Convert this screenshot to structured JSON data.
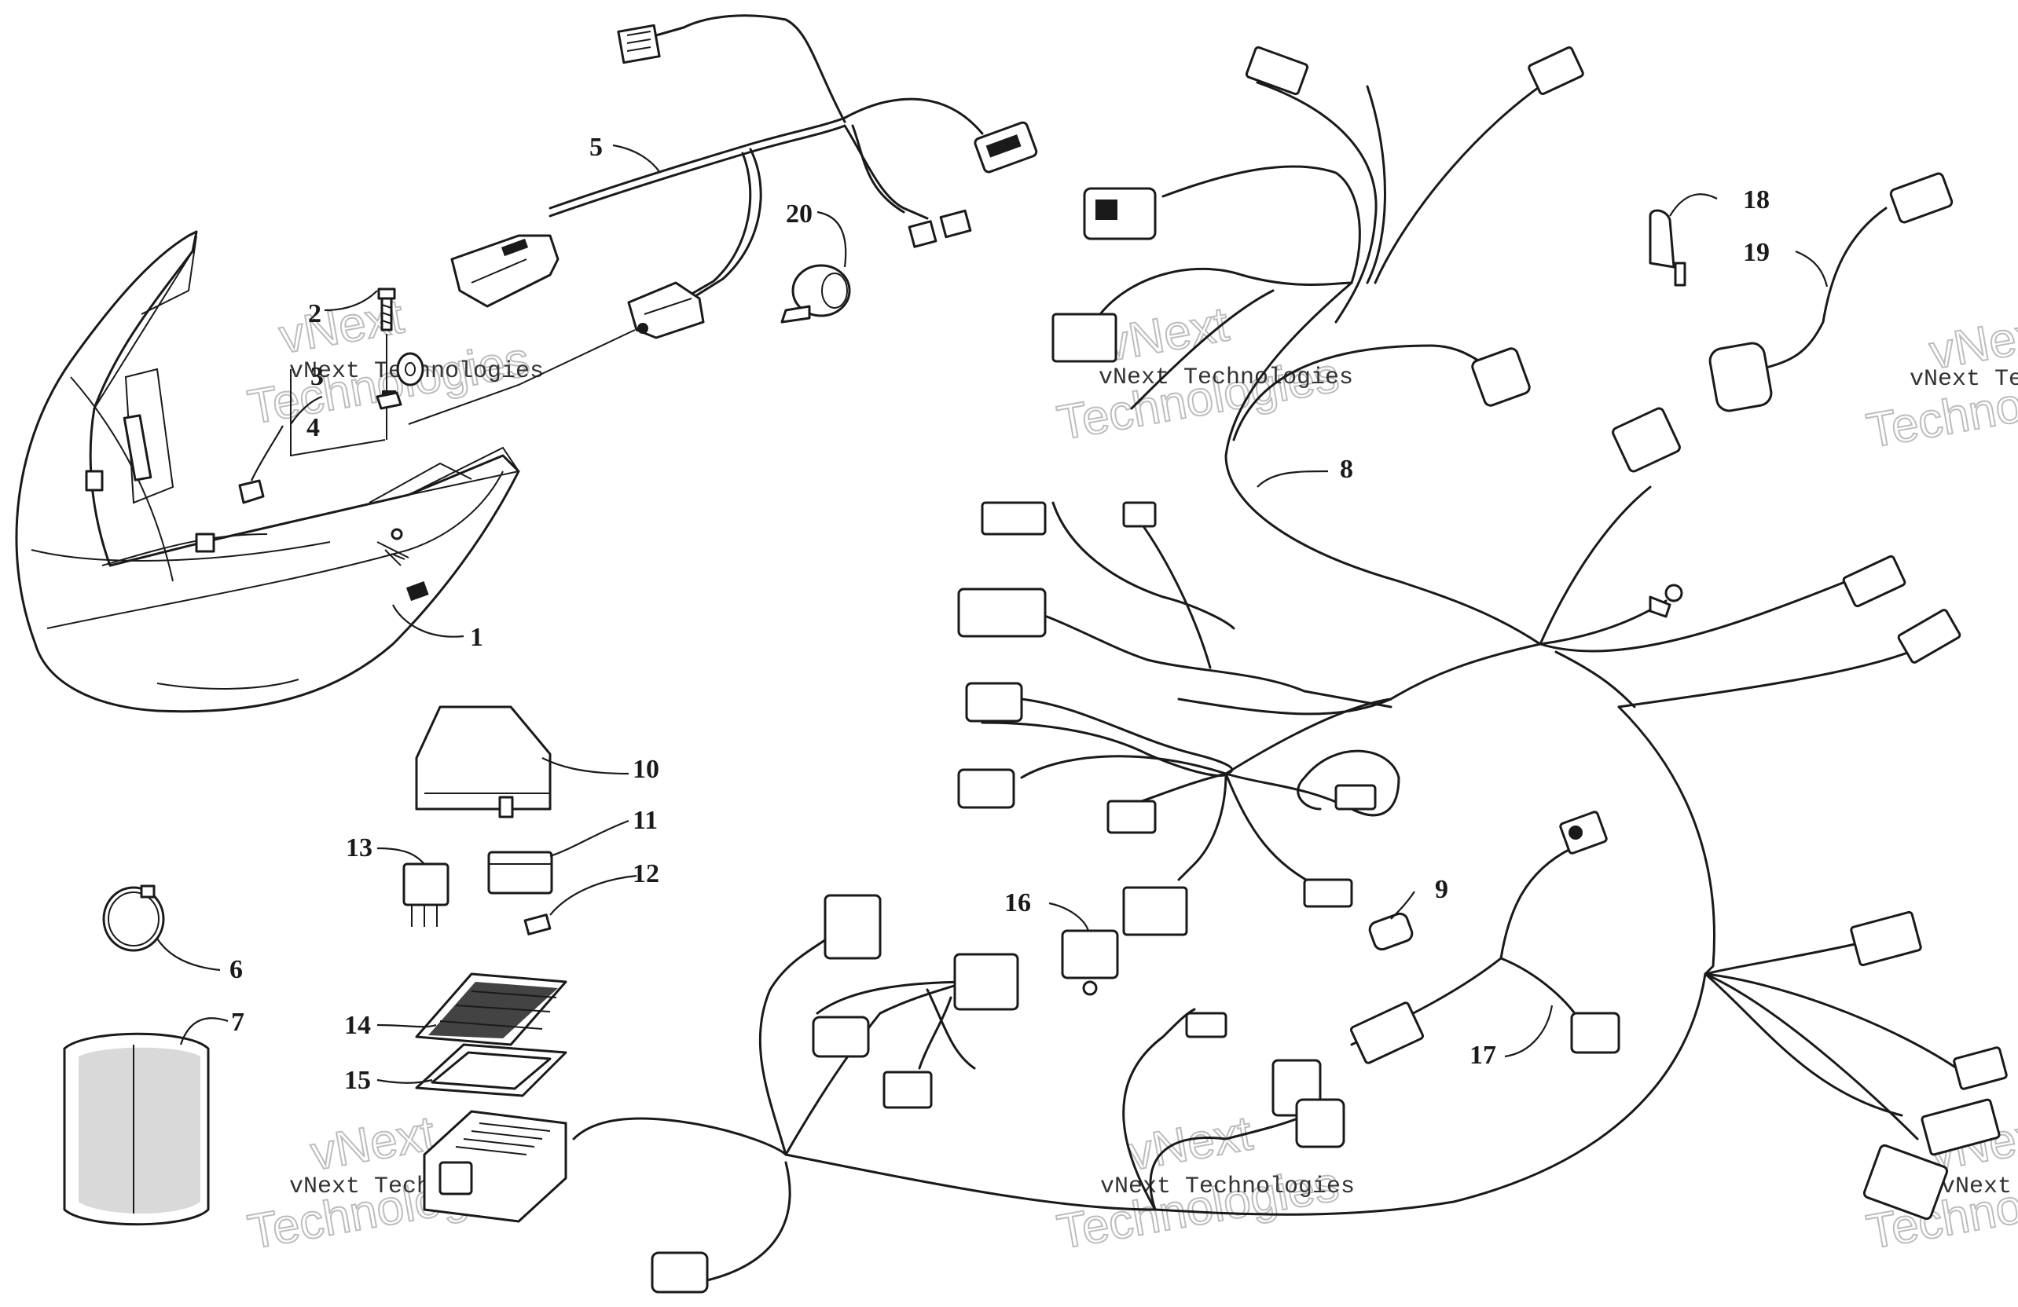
{
  "callouts": {
    "c1": "1",
    "c2": "2",
    "c3": "3",
    "c4": "4",
    "c5": "5",
    "c6": "6",
    "c7": "7",
    "c8": "8",
    "c9": "9",
    "c10": "10",
    "c11": "11",
    "c12": "12",
    "c13": "13",
    "c14": "14",
    "c15": "15",
    "c16": "16",
    "c17": "17",
    "c18": "18",
    "c19": "19",
    "c20": "20"
  },
  "watermark": {
    "line1": "vNext Technologies",
    "big1": "vNext",
    "big2": "Technologies"
  },
  "colors": {
    "ink": "#1a1a1a",
    "watermark": "#bdbdbd"
  }
}
